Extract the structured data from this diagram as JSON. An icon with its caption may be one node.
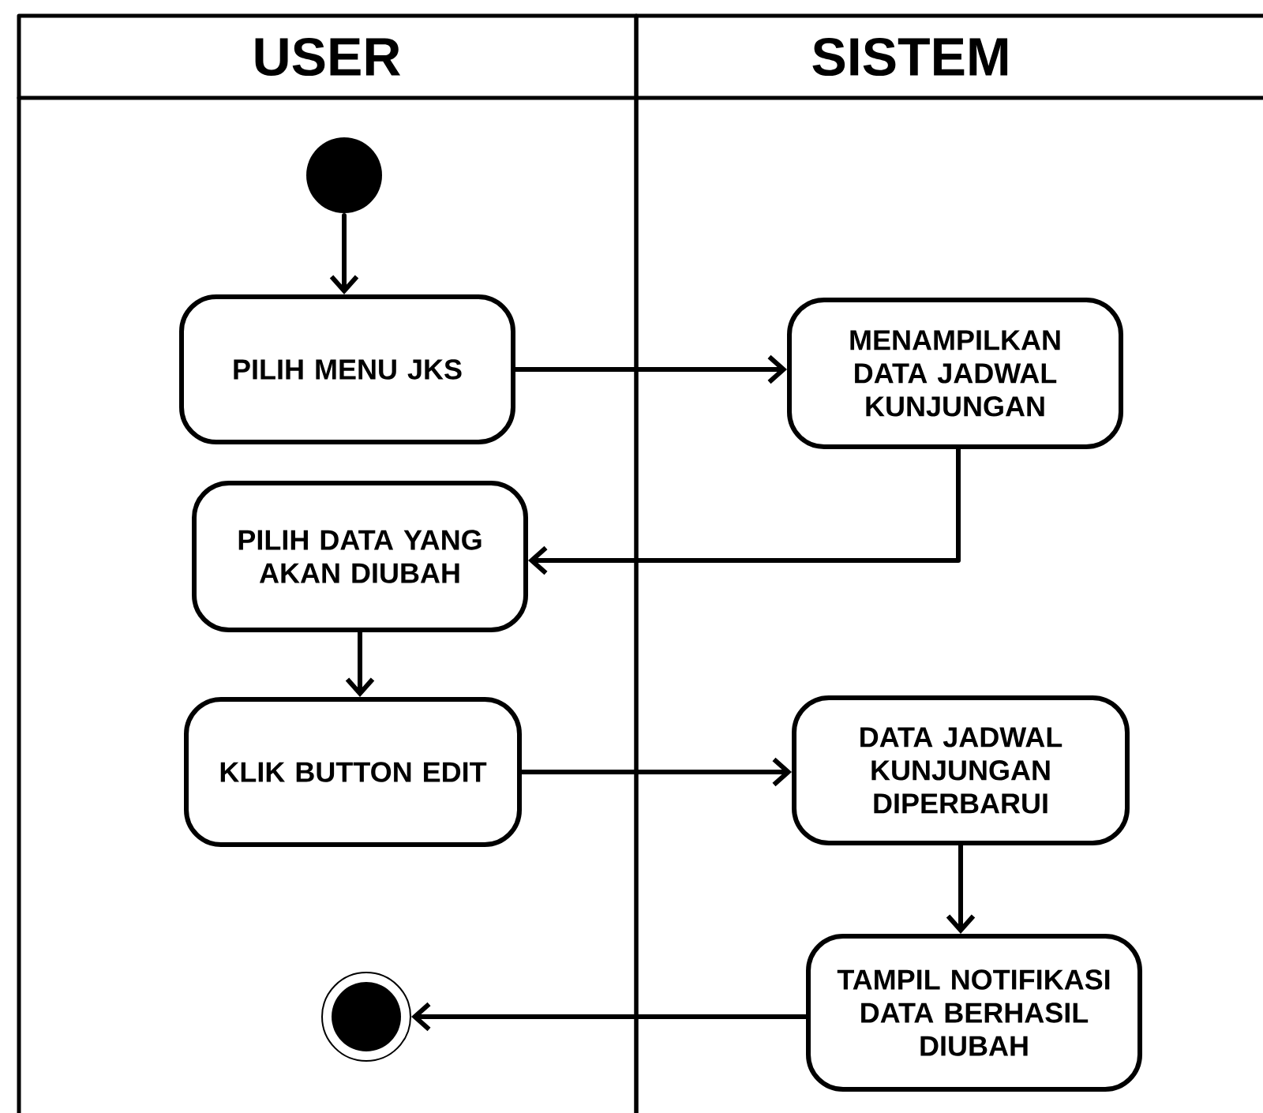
{
  "diagram": {
    "nodes": [
      {
        "text": [
          "USER"
        ]
      },
      {
        "text": [
          "SISTEM"
        ]
      },
      {
        "text": [],
        "shape": "circle",
        "in": 0
      },
      {
        "text": [
          "PILIH MENU JKS"
        ],
        "in": 0
      },
      {
        "text": [
          "MENAMPILKAN DATA JADWAL KUNJUNGAN"
        ],
        "in": 1
      },
      {
        "text": [
          "PILIH DATA YANG AKAN DIUBAH"
        ],
        "in": 0
      },
      {
        "text": [
          "KLIK BUTTON EDIT"
        ],
        "in": 0
      },
      {
        "text": [
          "DATA JADWAL KUNJUNGAN DIPERBARUI"
        ],
        "in": 1
      },
      {
        "text": [
          "TAMPIL NOTIFIKASI DATA BERHASIL DIUBAH"
        ],
        "in": 1
      },
      {
        "text": [],
        "shape": "circle",
        "in": 0
      }
    ],
    "edges": [
      {
        "from": 2,
        "to": 3,
        "arrow": "to"
      },
      {
        "from": 3,
        "to": 4,
        "arrow": "to"
      },
      {
        "from": 4,
        "to": 5,
        "arrow": "to"
      },
      {
        "from": 5,
        "to": 6,
        "arrow": "to"
      },
      {
        "from": 6,
        "to": 7,
        "arrow": "to"
      },
      {
        "from": 7,
        "to": 8,
        "arrow": "to"
      },
      {
        "from": 8,
        "to": 9,
        "arrow": "to"
      }
    ]
  }
}
